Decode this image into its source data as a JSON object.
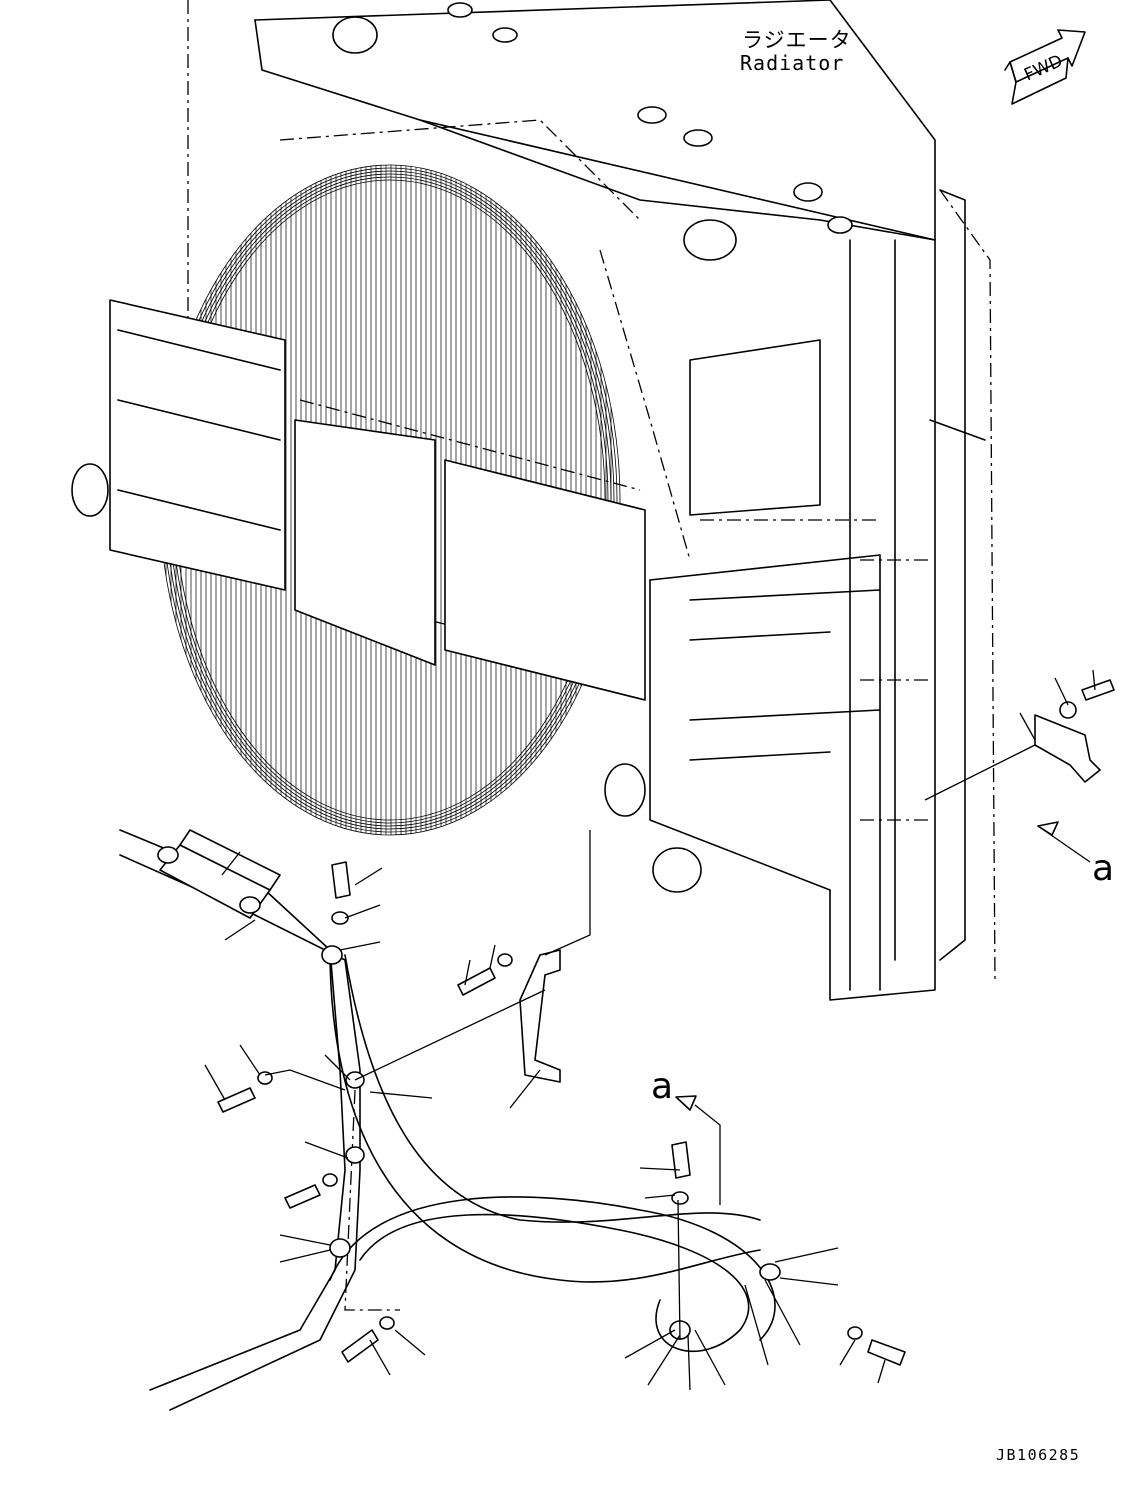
{
  "title_ja": "ラジエータ",
  "title_en": "Radiator",
  "fwd_label": "FWD",
  "detail_ref_1": "a",
  "detail_ref_2": "a",
  "drawing_number": "JB106285",
  "icons": {
    "fwd": "fwd-arrow-icon"
  }
}
